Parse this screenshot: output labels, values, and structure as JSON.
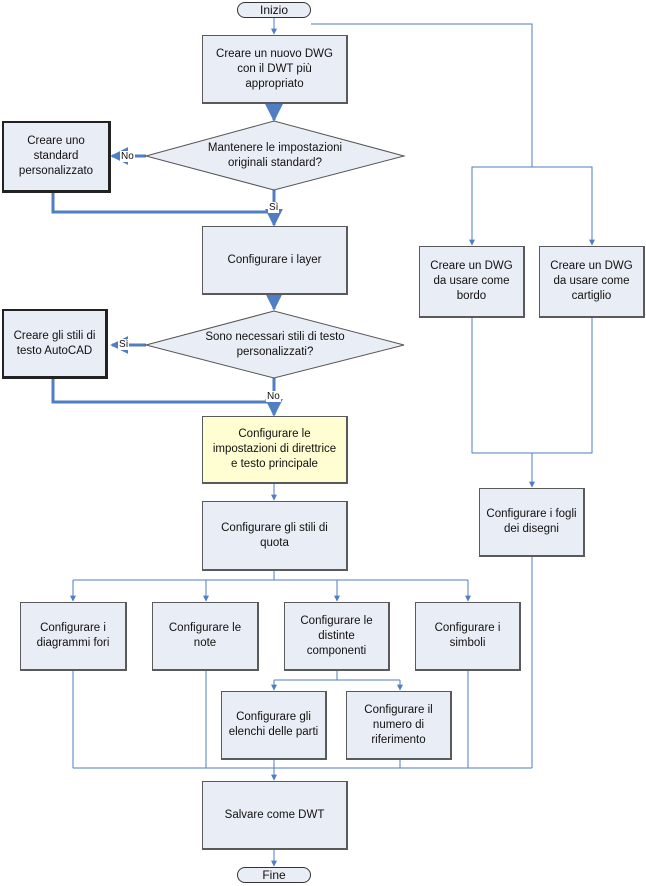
{
  "start": "Inizio",
  "end": "Fine",
  "steps": {
    "new_dwg": "Creare un nuovo DWG con il DWT più appropriato",
    "custom_standard": "Creare uno standard personalizzato",
    "layers": "Configurare i layer",
    "autocad_text_styles": "Creare gli stili di testo AutoCAD",
    "leader_settings": "Configurare le impostazioni di direttrice e testo principale",
    "dim_styles": "Configurare gli stili di quota",
    "hole_charts": "Configurare i diagrammi fori",
    "notes": "Configurare le note",
    "bom": "Configurare le distinte componenti",
    "symbols": "Configurare i simboli",
    "parts_lists": "Configurare gli elenchi delle parti",
    "balloons": "Configurare il numero di riferimento",
    "save_dwt": "Salvare come DWT",
    "border_dwg": "Creare un DWG da usare come bordo",
    "titleblock_dwg": "Creare un DWG da usare come cartiglio",
    "sheets": "Configurare i fogli dei disegni"
  },
  "decisions": {
    "keep_standard": "Mantenere le impostazioni originali standard?",
    "custom_text": "Sono necessari stili di testo personalizzati?"
  },
  "labels": {
    "no_1": "No",
    "si_1": "Sì",
    "si_2": "Sì",
    "no_2": "No"
  },
  "colors": {
    "connector": "#4f7ec4",
    "box_fill": "#e9edf5",
    "highlight_fill": "#fefed2"
  }
}
